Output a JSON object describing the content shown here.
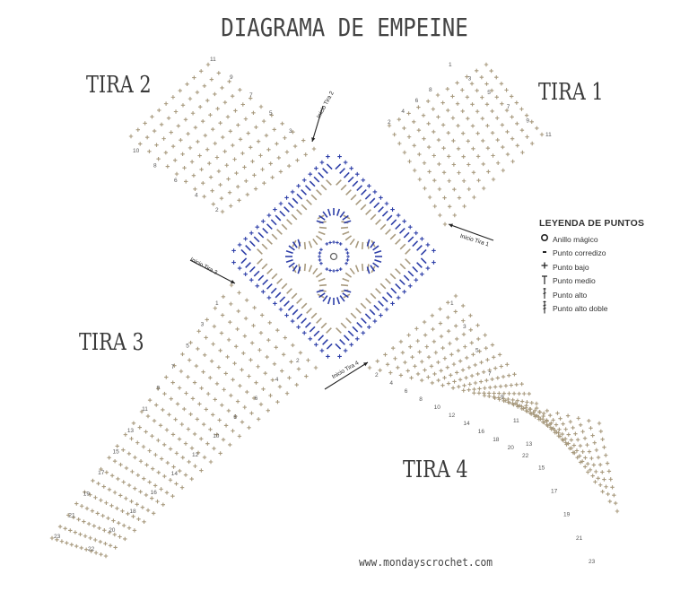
{
  "title": "DIAGRAMA DE EMPEINE",
  "strips": [
    {
      "label": "TIRA 1"
    },
    {
      "label": "TIRA 2"
    },
    {
      "label": "TIRA 3"
    },
    {
      "label": "TIRA 4"
    }
  ],
  "starts": [
    {
      "label": "Inicio Tira 1"
    },
    {
      "label": "Inicio Tira 2"
    },
    {
      "label": "Inicio Tira 3"
    },
    {
      "label": "Inicio Tira 4"
    }
  ],
  "legend": {
    "title": "LEYENDA DE PUNTOS",
    "items": [
      {
        "label": "Anillo mágico",
        "icon": "magic-ring-icon"
      },
      {
        "label": "Punto corredizo",
        "icon": "slip-stitch-icon"
      },
      {
        "label": "Punto bajo",
        "icon": "single-crochet-icon"
      },
      {
        "label": "Punto medio",
        "icon": "half-double-icon"
      },
      {
        "label": "Punto alto",
        "icon": "double-crochet-icon"
      },
      {
        "label": "Punto alto doble",
        "icon": "treble-crochet-icon"
      }
    ]
  },
  "colors": {
    "beige": "#a89a7e",
    "blue": "#2e3fa8",
    "text": "#333333"
  },
  "strip_rows": {
    "tira1_left": [
      "2",
      "4",
      "6",
      "8"
    ],
    "tira1_right": [
      "1",
      "3",
      "5",
      "7",
      "9",
      "11"
    ],
    "tira2_top": [
      "11",
      "9",
      "7",
      "5",
      "3"
    ],
    "tira2_bottom": [
      "10",
      "8",
      "6",
      "4",
      "2"
    ],
    "tira3_top": [
      "1",
      "3",
      "5",
      "7",
      "9",
      "11",
      "13",
      "15",
      "17",
      "19",
      "21",
      "23"
    ],
    "tira3_bottom": [
      "2",
      "4",
      "6",
      "8",
      "10",
      "12",
      "14",
      "16",
      "18",
      "20",
      "22"
    ],
    "tira4_top": [
      "2",
      "4",
      "6",
      "8",
      "10",
      "12",
      "14",
      "16",
      "18",
      "20",
      "22"
    ],
    "tira4_bottom": [
      "1",
      "3",
      "5",
      "7",
      "9",
      "11",
      "13",
      "15",
      "17",
      "19",
      "21",
      "23"
    ]
  },
  "website": "www.mondayscrochet.com"
}
